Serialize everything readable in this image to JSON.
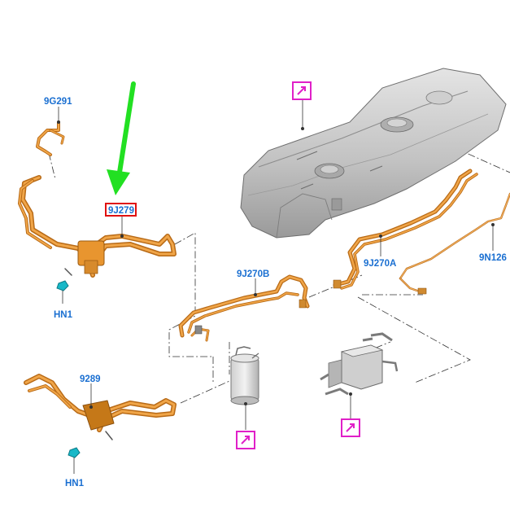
{
  "diagram": {
    "colors": {
      "label_text": "#1a6fd1",
      "pipe": "#e8952f",
      "pipe_dark": "#b86a16",
      "tank": "#bdbdbd",
      "pointer_arrow": "#22e022",
      "highlight_box": "#e01010",
      "link_icon": "#e020c8",
      "clip": "#18b8c8"
    },
    "labels": {
      "p9g291": "9G291",
      "p9j279": "9J279",
      "p9j270b": "9J270B",
      "p9j270a": "9J270A",
      "p9n126": "9N126",
      "p9289": "9289",
      "hn1_top": "HN1",
      "hn1_bottom": "HN1"
    },
    "highlighted_part": "9J279",
    "icons": [
      "link-icon",
      "link-icon",
      "link-icon",
      "link-icon"
    ]
  }
}
